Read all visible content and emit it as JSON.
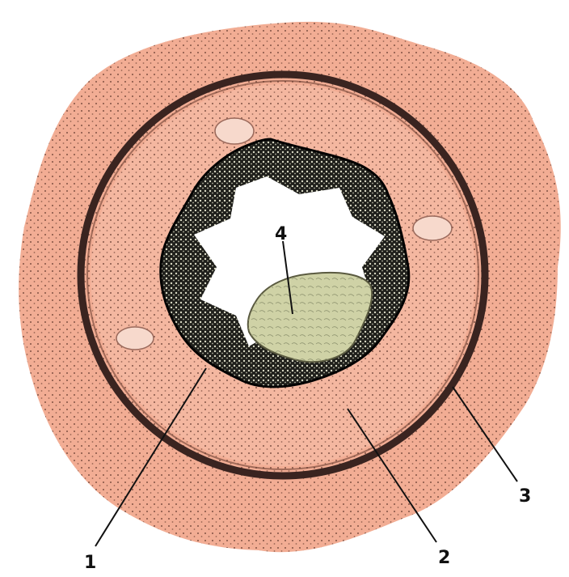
{
  "diagram": {
    "labels": {
      "mucosa": "1",
      "submucosa": "2",
      "muscle_layer": "3",
      "lumen_content": "4"
    },
    "colors": {
      "outer_wall": "#f2ad94",
      "inner_wall": "#f4b7a0",
      "muscle_band": "#3a2420",
      "mucosa_epithelium": "#1e1e1a",
      "lumen": "#ffffff",
      "lumen_content": "#cfd2a6",
      "vessels": "#f7d9cc"
    }
  }
}
